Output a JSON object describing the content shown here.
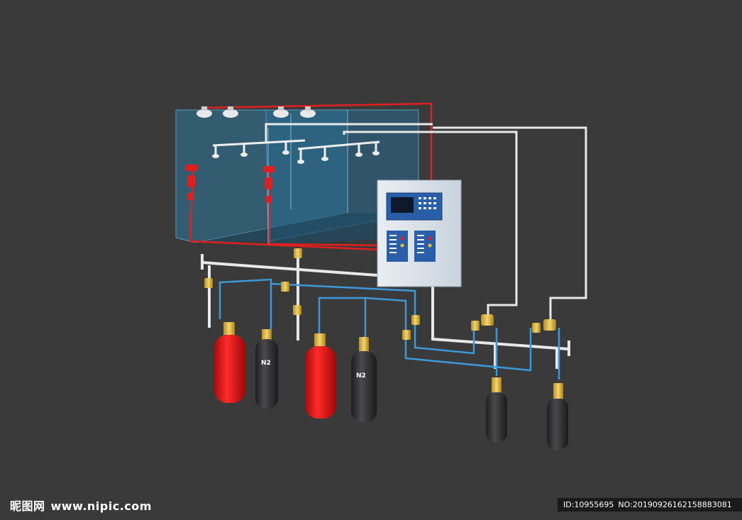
{
  "diagram": {
    "cylinder_label": "N2",
    "colors": {
      "background": "#3a3a3a",
      "power_line": "#e02020",
      "signal_line": "#e8e8e8",
      "gas_pipe": "#3a9ad9",
      "agent_cylinder": "#e41212",
      "nitrogen_cylinder": "#2b2b2e",
      "valve": "#e6c34a",
      "room_glass": "#2f6e8f",
      "panel": "#dfe7ee",
      "lcd": "#2a5ea8"
    },
    "icons": [
      "smoke-detector-icon",
      "sprinkler-nozzle-icon",
      "alarm-bell-icon",
      "manual-pull-station-icon",
      "control-panel-icon",
      "gas-cylinder-icon",
      "valve-icon"
    ]
  },
  "watermark": {
    "brand": "昵图网",
    "url": "www.nipic.com",
    "id_label": "ID:10955695",
    "no_label": "NO:20190926162158883081"
  }
}
